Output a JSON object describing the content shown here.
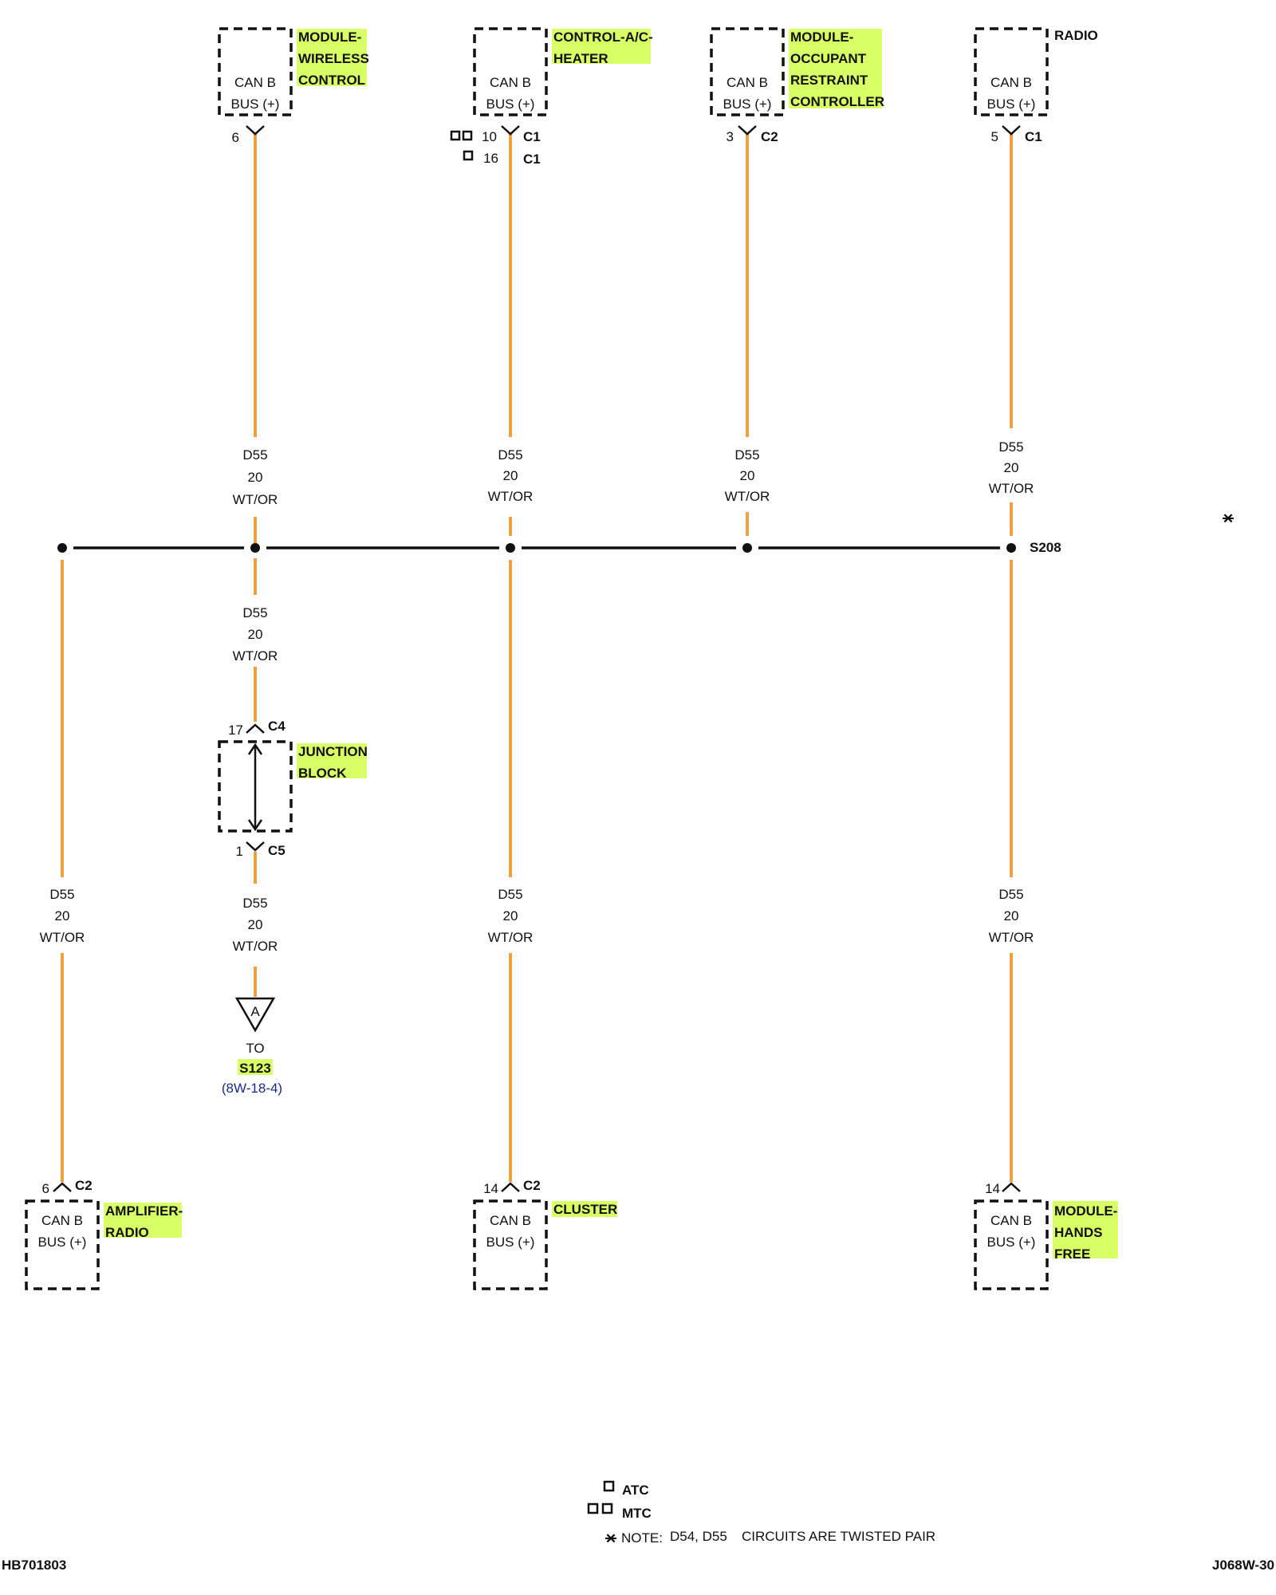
{
  "wire": {
    "circuit": "D55",
    "gauge": "20",
    "color": "WT/OR"
  },
  "can_bus_label_line1": "CAN B",
  "can_bus_label_line2": "BUS (+)",
  "top_modules": {
    "wireless": {
      "name_lines": [
        "MODULE-",
        "WIRELESS",
        "CONTROL"
      ],
      "pin": "6",
      "connector": ""
    },
    "hvac": {
      "name_lines": [
        "CONTROL-A/C-",
        "HEATER"
      ],
      "pin": "10",
      "connector": "C1",
      "alt_pin": "16",
      "alt_connector": "C1"
    },
    "orc": {
      "name_lines": [
        "MODULE-",
        "OCCUPANT",
        "RESTRAINT",
        "CONTROLLER"
      ],
      "pin": "3",
      "connector": "C2"
    },
    "radio": {
      "name_lines": [
        "RADIO"
      ],
      "pin": "5",
      "connector": "C1"
    }
  },
  "splice": {
    "name": "S208"
  },
  "junction_block": {
    "name_lines": [
      "JUNCTION",
      "BLOCK"
    ],
    "top_pin": "17",
    "top_connector": "C4",
    "bottom_pin": "1",
    "bottom_connector": "C5"
  },
  "offpage": {
    "letter": "A",
    "to_label": "TO",
    "splice": "S123",
    "ref": "(8W-18-4)"
  },
  "bottom_modules": {
    "amplifier": {
      "name_lines": [
        "AMPLIFIER-",
        "RADIO"
      ],
      "pin": "6",
      "connector": "C2"
    },
    "cluster": {
      "name_lines": [
        "CLUSTER"
      ],
      "pin": "14",
      "connector": "C2"
    },
    "hands_free": {
      "name_lines": [
        "MODULE-",
        "HANDS",
        "FREE"
      ],
      "pin": "14",
      "connector": ""
    }
  },
  "legend": {
    "atc": "ATC",
    "mtc": "MTC",
    "note_prefix": "NOTE:",
    "note_circuits": "D54, D55",
    "note_text": "CIRCUITS ARE TWISTED PAIR"
  },
  "footer": {
    "left_code": "HB701803",
    "right_code": "J068W-30"
  },
  "colors": {
    "wire": "#f0a040",
    "highlight": "#d9ff66",
    "reference_link": "#1a2a8a"
  },
  "icons": {
    "twisted_pair": "twisted-pair-icon",
    "atc": "single-square-icon",
    "mtc": "double-square-icon",
    "offpage": "triangle-connector-icon"
  }
}
